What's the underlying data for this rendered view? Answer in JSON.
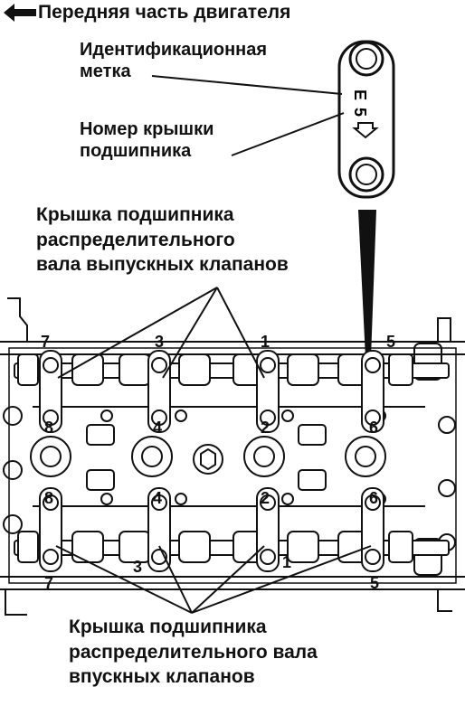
{
  "labels": {
    "front_direction": "Передняя часть двигателя",
    "id_mark": [
      "Идентификационная",
      "метка"
    ],
    "cap_number": [
      "Номер крышки",
      "подшипника"
    ],
    "exhaust_caps": [
      "Крышка подшипника",
      "распределительного",
      "вала выпускных клапанов"
    ],
    "intake_caps": [
      "Крышка подшипника",
      "распределительного вала",
      "впускных клапанов"
    ]
  },
  "detail_cap": {
    "letter": "E",
    "digit": "5"
  },
  "cap_numbers": {
    "exhaust_top": [
      "7",
      "3",
      "1",
      "5"
    ],
    "exhaust_bottom": [
      "8",
      "4",
      "2",
      "6"
    ],
    "intake_top": [
      "8",
      "4",
      "2",
      "6"
    ],
    "intake_bottom": [
      "7",
      "3",
      "1",
      "5"
    ]
  },
  "colors": {
    "ink": "#111111",
    "paper": "#ffffff"
  }
}
